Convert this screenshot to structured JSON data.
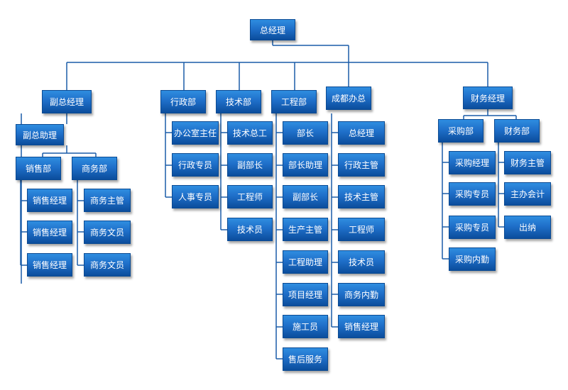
{
  "theme": {
    "line_color": "#1a5ca8",
    "box_top": "#2f8de0",
    "box_bottom": "#0b4d9c"
  },
  "org": {
    "root": "总经理",
    "vice_gm": "副总经理",
    "vice_assistant": "副总助理",
    "sales_dept": "销售部",
    "sales_staff": [
      "销售经理",
      "销售经理",
      "销售经理"
    ],
    "biz_dept": "商务部",
    "biz_staff": [
      "商务主管",
      "商务文员",
      "商务文员"
    ],
    "admin_dept": "行政部",
    "admin_staff": [
      "办公室主任",
      "行政专员",
      "人事专员"
    ],
    "tech_dept": "技术部",
    "tech_staff": [
      "技术总工",
      "副部长",
      "工程师",
      "技术员"
    ],
    "eng_dept": "工程部",
    "eng_staff": [
      "部长",
      "部长助理",
      "副部长",
      "生产主管",
      "工程助理",
      "项目经理",
      "施工员",
      "售后服务"
    ],
    "cd_office": "成都办总",
    "cd_staff": [
      "总经理",
      "行政主管",
      "技术主管",
      "工程师",
      "技术员",
      "商务内勤",
      "销售经理"
    ],
    "finance_mgr": "财务经理",
    "purchase_dept": "采购部",
    "purchase_staff": [
      "采购经理",
      "采购专员",
      "采购专员",
      "采购内勤"
    ],
    "finance_dept": "财务部",
    "finance_staff": [
      "财务主管",
      "主办会计",
      "出纳"
    ]
  }
}
